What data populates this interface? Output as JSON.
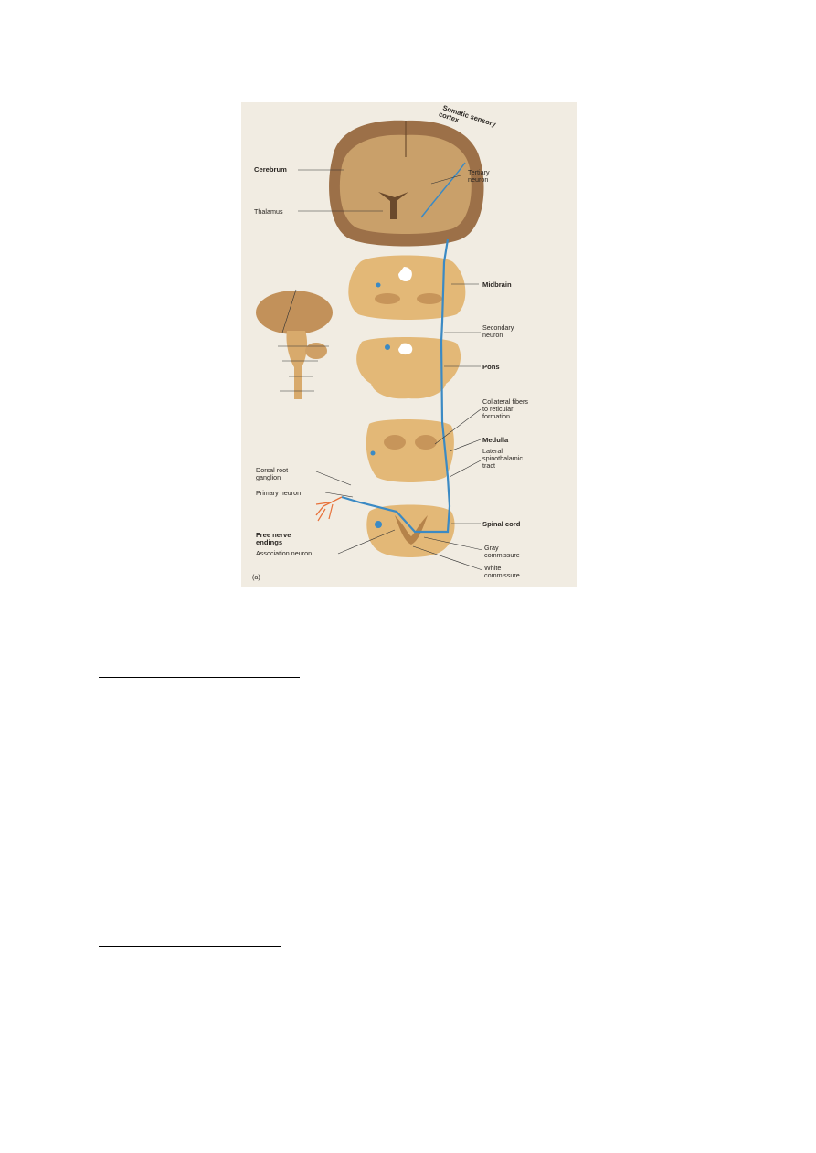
{
  "figure": {
    "panel_letter": "(a)",
    "labels": {
      "somatic_sensory_cortex": [
        "Somatic sensory",
        "cortex"
      ],
      "cerebrum": "Cerebrum",
      "tertiary_neuron": [
        "Tertiary",
        "neuron"
      ],
      "thalamus": "Thalamus",
      "midbrain": "Midbrain",
      "secondary_neuron": [
        "Secondary",
        "neuron"
      ],
      "pons": "Pons",
      "collateral_fibers": [
        "Collateral fibers",
        "to reticular",
        "formation"
      ],
      "medulla": "Medulla",
      "lateral_spinothalamic_tract": [
        "Lateral",
        "spinothalamic",
        "tract"
      ],
      "dorsal_root_ganglion": [
        "Dorsal root",
        "ganglion"
      ],
      "primary_neuron": "Primary neuron",
      "free_nerve_endings": [
        "Free nerve",
        "endings"
      ],
      "spinal_cord": "Spinal cord",
      "association_neuron": "Association neuron",
      "gray_commissure": [
        "Gray",
        "commissure"
      ],
      "white_commissure": [
        "White",
        "commissure"
      ]
    }
  },
  "colors": {
    "tissue_tan": "#e3b877",
    "tissue_dark": "#b5834a",
    "pathway_blue": "#3b8ac4",
    "free_endings_red": "#e8713a"
  }
}
